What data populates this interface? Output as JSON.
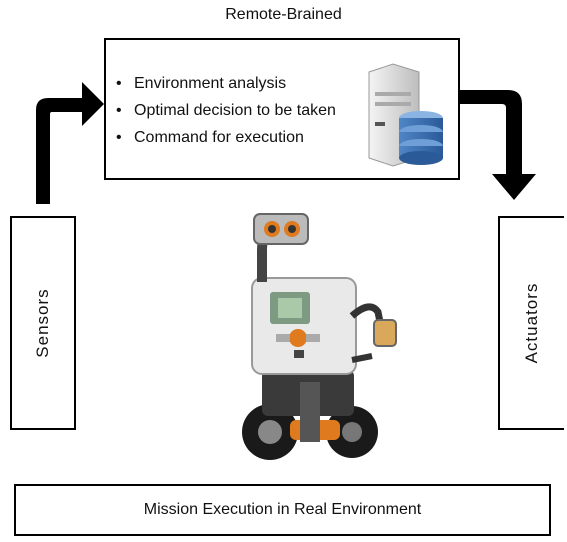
{
  "diagram": {
    "title": "Remote-Brained",
    "brain_bullets": [
      "Environment analysis",
      "Optimal decision to be taken",
      "Command for execution"
    ],
    "bullet_symbol": "•",
    "left_box_label": "Sensors",
    "right_box_label": "Actuators",
    "bottom_box_label": "Mission Execution in Real Environment",
    "icons": [
      "server-database-icon",
      "robot-image"
    ]
  }
}
